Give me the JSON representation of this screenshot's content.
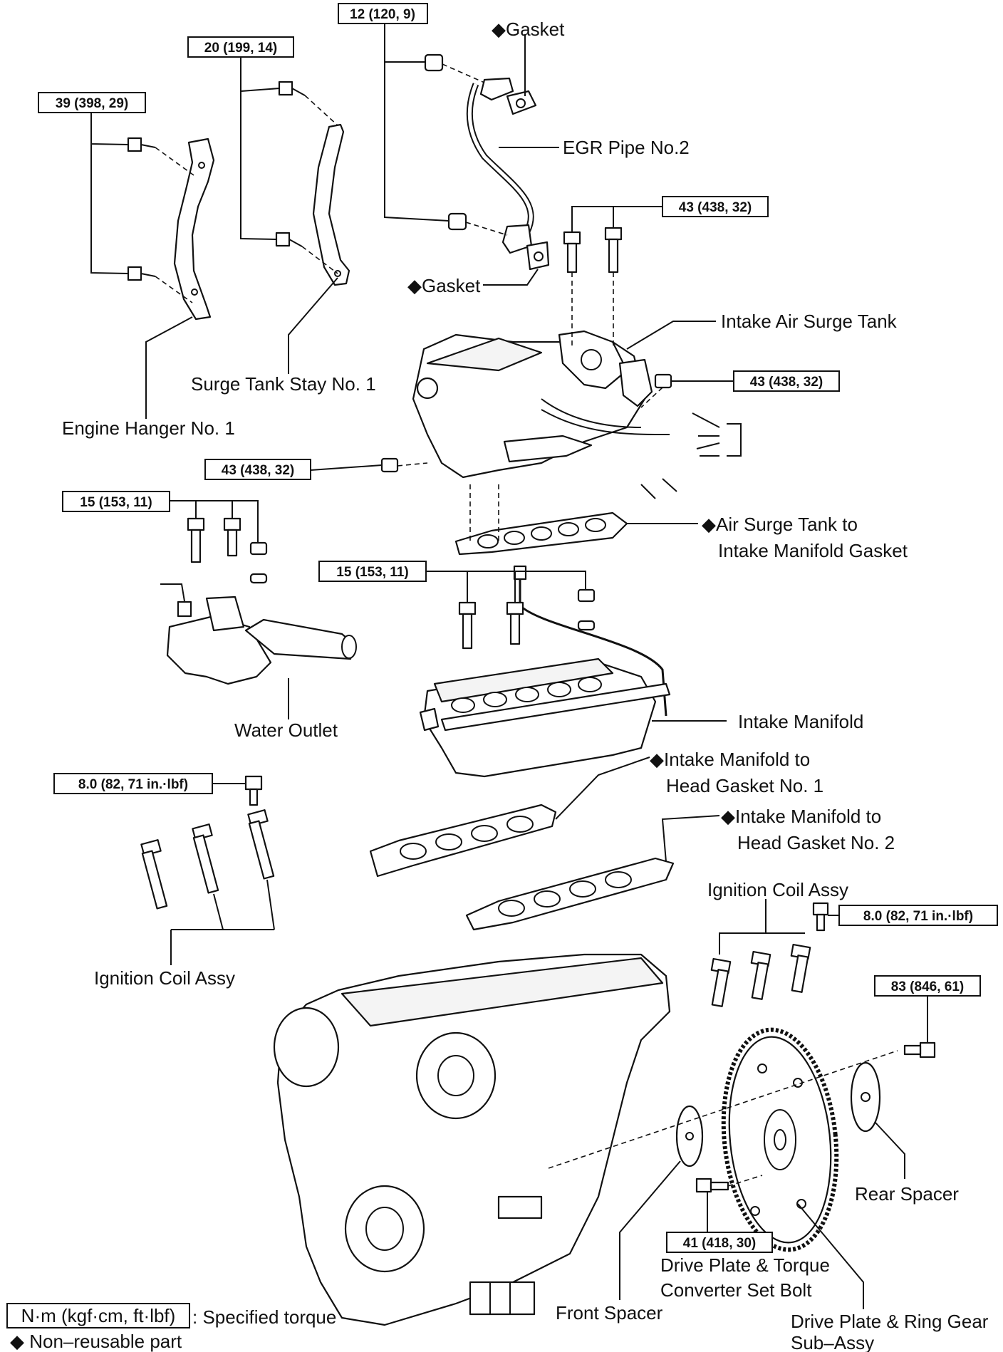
{
  "torque": {
    "t12": "12 (120, 9)",
    "t20": "20 (199, 14)",
    "t39": "39 (398, 29)",
    "t43a": "43 (438, 32)",
    "t43b": "43 (438, 32)",
    "t43c": "43 (438, 32)",
    "t15a": "15 (153, 11)",
    "t15b": "15 (153, 11)",
    "t8a": "8.0 (82, 71 in.·lbf)",
    "t8b": "8.0 (82, 71 in.·lbf)",
    "t83": "83 (846, 61)",
    "t41": "41 (418, 30)"
  },
  "labels": {
    "gasket_top": "◆Gasket",
    "egr_pipe": "EGR Pipe No.2",
    "gasket_bottom": "◆Gasket",
    "intake_surge_tank": "Intake Air Surge Tank",
    "surge_tank_stay": "Surge Tank Stay No. 1",
    "engine_hanger": "Engine Hanger No. 1",
    "air_surge_gasket_1": "◆Air Surge Tank to",
    "air_surge_gasket_2": "Intake Manifold Gasket",
    "water_outlet": "Water Outlet",
    "intake_manifold": "Intake Manifold",
    "head_gasket1_1": "◆Intake Manifold to",
    "head_gasket1_2": "Head Gasket No. 1",
    "head_gasket2_1": "◆Intake Manifold to",
    "head_gasket2_2": "Head Gasket No. 2",
    "ignition_coil_left": "Ignition Coil Assy",
    "ignition_coil_right": "Ignition Coil Assy",
    "rear_spacer": "Rear Spacer",
    "drive_plate_bolt_1": "Drive Plate & Torque",
    "drive_plate_bolt_2": "Converter Set Bolt",
    "front_spacer": "Front Spacer",
    "drive_plate_gear_1": "Drive Plate & Ring Gear",
    "drive_plate_gear_2": "Sub–Assy"
  },
  "legend": {
    "unit_box": "N·m (kgf·cm, ft·lbf)",
    "specified_torque": ": Specified torque",
    "non_reusable": "◆ Non–reusable part"
  }
}
